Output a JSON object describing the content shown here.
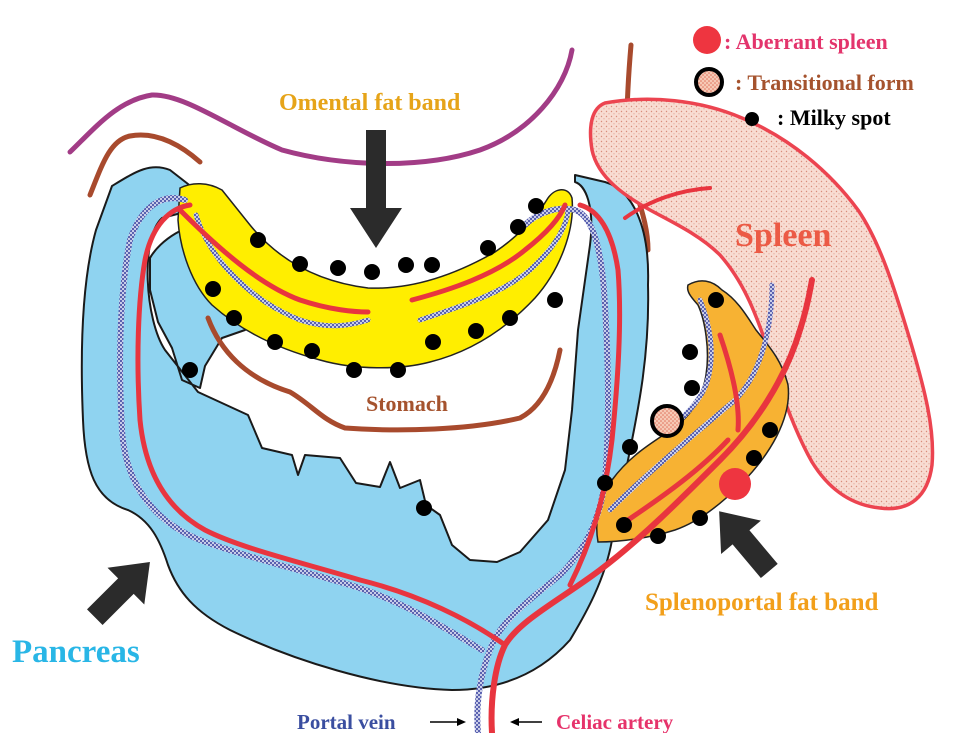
{
  "labels": {
    "omental_fat_band": "Omental fat band",
    "stomach": "Stomach",
    "spleen": "Spleen",
    "pancreas": "Pancreas",
    "splenoportal_fat_band": "Splenoportal fat band",
    "portal_vein": "Portal vein",
    "celiac_artery": "Celiac artery"
  },
  "legend": {
    "aberrant_spleen": ": Aberrant spleen",
    "transitional_form": ": Transitional form",
    "milky_spot": ": Milky spot"
  },
  "colors": {
    "pancreas": "#8fd3f0",
    "omental_fat": "#ffee00",
    "splenoportal_fat": "#f7b233",
    "spleen_fill": "#f7d5cc",
    "artery": "#e8353f",
    "vein": "#7f86c8",
    "stomach_outline": "#a84a2d",
    "outer_curve": "#a23c86",
    "milky_spot": "#000000",
    "label_omental": "#e6a419",
    "label_stomach": "#a5532e",
    "label_spleen": "#ec5a45",
    "label_pancreas": "#29b6e6",
    "label_splenoportal": "#f29f1a",
    "label_portal": "#3a4ea0",
    "label_celiac": "#e6336b",
    "legend_aberrant": "#e3346c",
    "legend_transitional": "#a5532e",
    "legend_milky": "#000000"
  },
  "icons": {
    "pointer_arrow": "block-arrow-icon",
    "small_arrow": "small-left-arrow-icon"
  }
}
